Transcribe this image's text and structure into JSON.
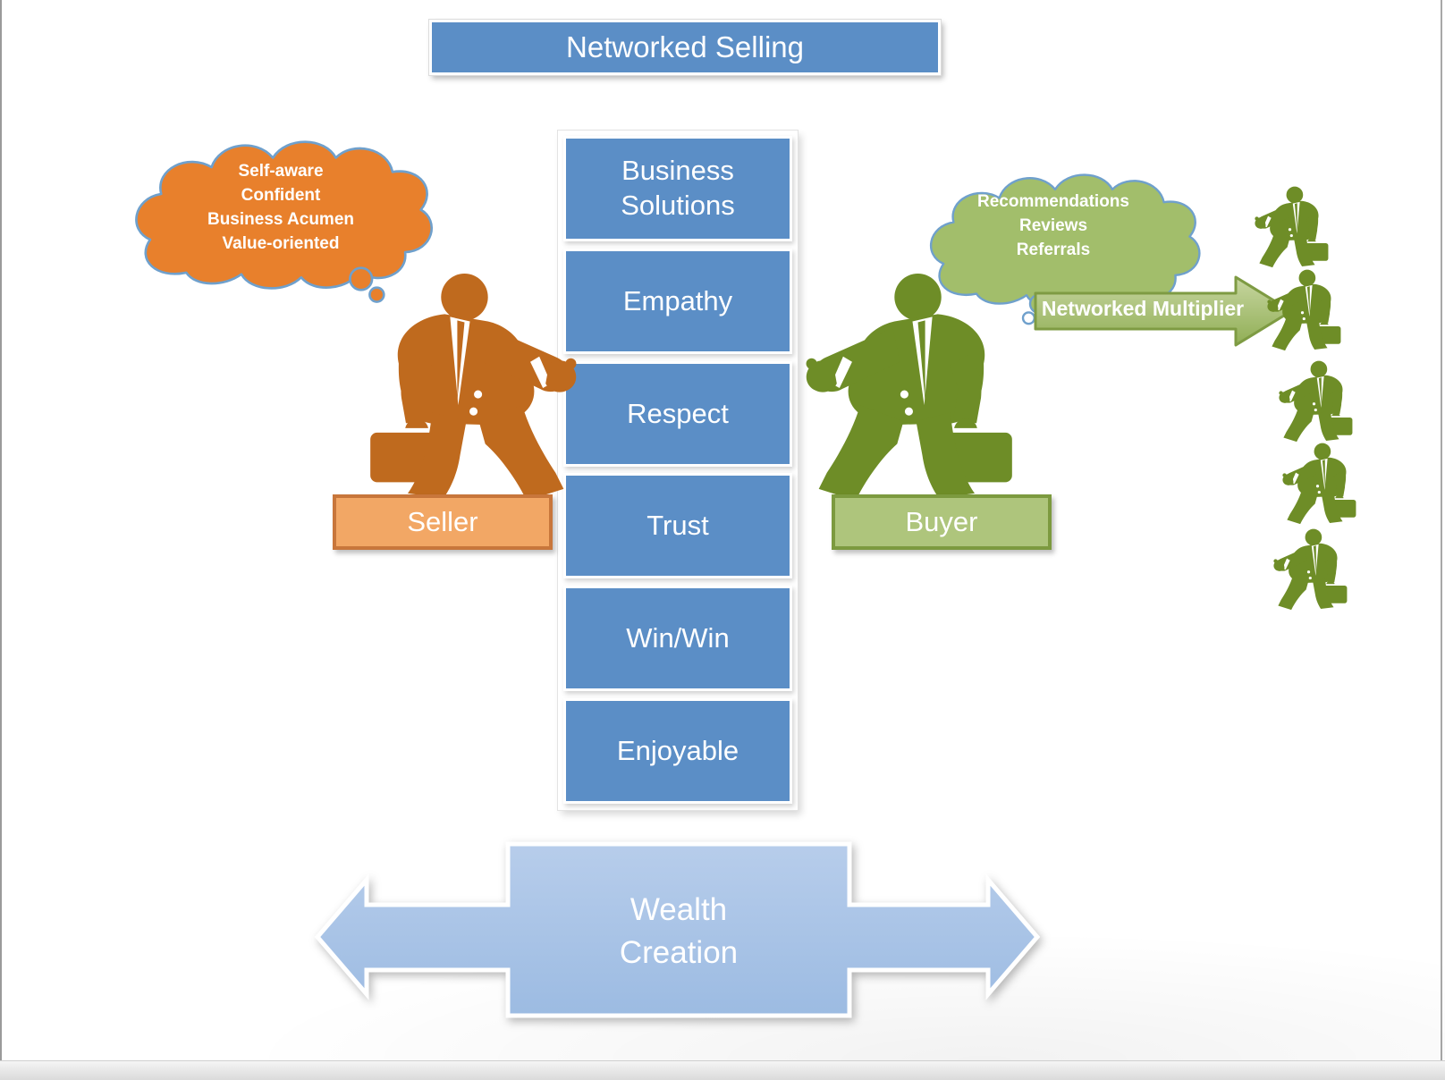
{
  "title": "Networked Selling",
  "seller": {
    "label": "Seller",
    "thought_lines": [
      "Self-aware",
      "Confident",
      "Business Acumen",
      "Value-oriented"
    ]
  },
  "buyer": {
    "label": "Buyer",
    "thought_lines": [
      "Recommendations",
      "Reviews",
      "Referrals"
    ]
  },
  "pillars": [
    "Business Solutions",
    "Empathy",
    "Respect",
    "Trust",
    "Win/Win",
    "Enjoyable"
  ],
  "multiplier": {
    "label": "Networked Multiplier"
  },
  "wealth": {
    "line1": "Wealth",
    "line2": "Creation"
  },
  "network_figures_count": 5,
  "colors": {
    "pillar_blue": "#5b8ec6",
    "wealth_blue": "#a9c5e8",
    "seller_figure_orange": "#bf6a1e",
    "seller_cloud_orange": "#e8802c",
    "seller_label_fill": "#f2a765",
    "seller_label_border": "#c8763b",
    "buyer_figure_green": "#6e8d27",
    "buyer_cloud_green": "#a2be6b",
    "buyer_label_fill": "#aec57c",
    "buyer_label_border": "#7c9a3f",
    "multiplier_arrow_green": "#90ae55",
    "cloud_outline_blue": "#6fa0cc"
  }
}
